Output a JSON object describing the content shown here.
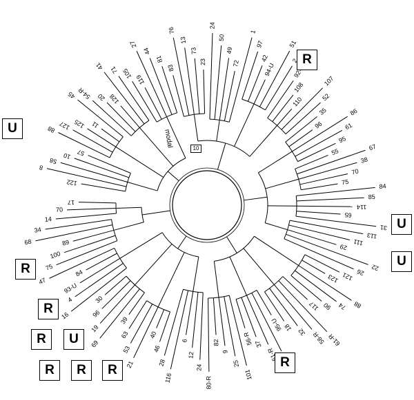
{
  "tree": {
    "leaves": [
      "122",
      "8",
      "58",
      "10",
      "57",
      "88",
      "127",
      "125",
      "11",
      "45",
      "54-R",
      "20",
      "128",
      "41",
      "71",
      "105",
      "119",
      "27",
      "44",
      "81",
      "83",
      "76",
      "13",
      "73",
      "23",
      "24",
      "50",
      "49",
      "72",
      "1",
      "97",
      "42",
      "94-U",
      "51",
      "2",
      "92-U",
      "108",
      "110",
      "107",
      "52",
      "35",
      "96",
      "86",
      "61",
      "95",
      "55",
      "67",
      "38",
      "70",
      "75",
      "84",
      "85",
      "114",
      "65",
      "31",
      "113",
      "111",
      "29",
      "22",
      "26",
      "121",
      "123",
      "88",
      "74",
      "90",
      "117",
      "61-R",
      "58-R",
      "32",
      "18",
      "95-U",
      "59-R",
      "51-R",
      "37",
      "56-R",
      "101",
      "25",
      "9",
      "82",
      "80-R",
      "24",
      "12",
      "6",
      "116",
      "28",
      "46",
      "40",
      "21",
      "53",
      "63",
      "39",
      "69",
      "19",
      "96",
      "30",
      "16",
      "4",
      "93-U",
      "84",
      "47",
      "75",
      "100",
      "89",
      "68",
      "34",
      "14",
      "70",
      "17"
    ],
    "scale_label": "10",
    "modal_label": "modal"
  },
  "markers": [
    {
      "label": "R"
    },
    {
      "label": "U"
    },
    {
      "label": "U"
    },
    {
      "label": "U"
    },
    {
      "label": "R"
    },
    {
      "label": "R"
    },
    {
      "label": "R"
    },
    {
      "label": "U"
    },
    {
      "label": "R"
    },
    {
      "label": "R"
    },
    {
      "label": "R"
    },
    {
      "label": "R"
    }
  ]
}
